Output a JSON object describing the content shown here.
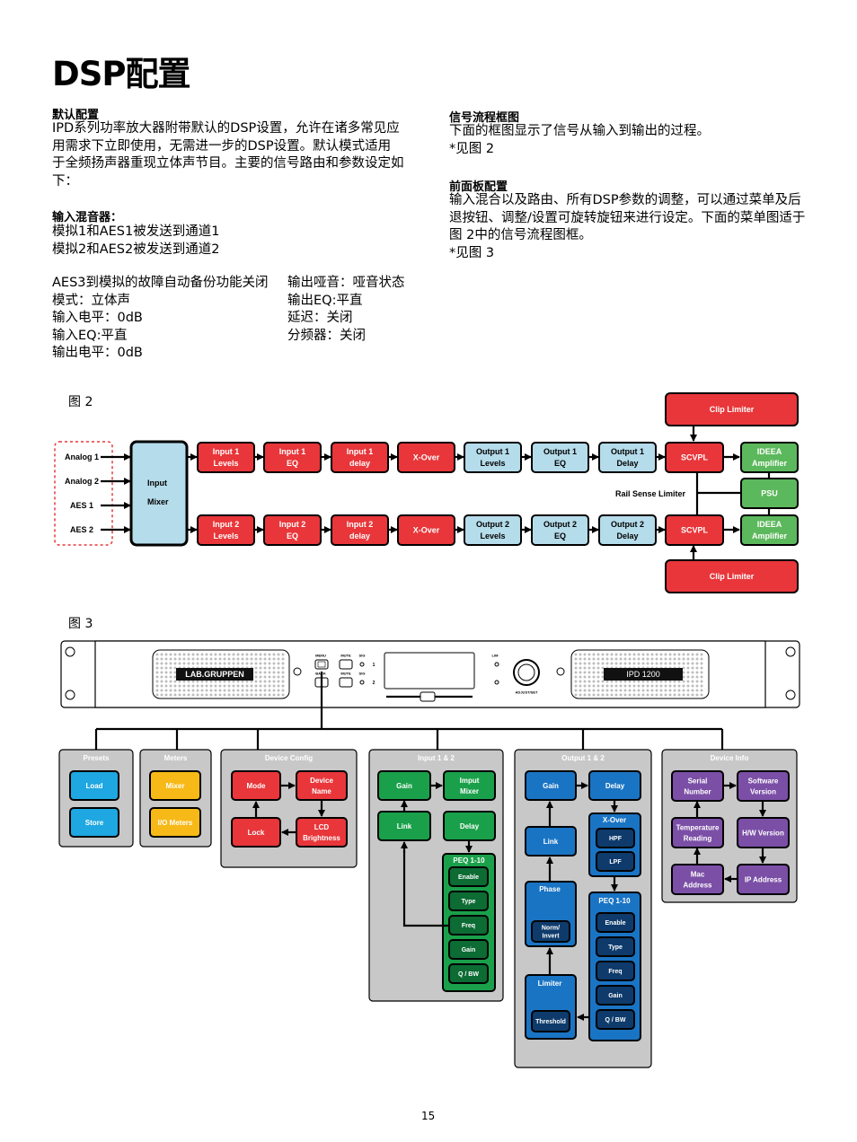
{
  "page_title": "DSP配置",
  "left": {
    "default_heading": "默认配置",
    "default_lines": [
      "IPD系列功率放大器附带默认的DSP设置，允许在诸多常见应",
      "用需求下立即使用，无需进一步的DSP设置。默认模式适用",
      "于全频扬声器重现立体声节目。主要的信号路由和参数设定如",
      "下："
    ],
    "mixer_heading": "输入混音器：",
    "mixer_lines": [
      "模拟1和AES1被发送到通道1",
      "模拟2和AES2被发送到通道2"
    ],
    "settings_col1": [
      "AES3到模拟的故障自动备份功能关闭",
      "模式：立体声",
      "输入电平：0dB",
      "输入EQ:平直",
      "输出电平：0dB"
    ],
    "settings_col2": [
      "输出哑音：哑音状态",
      "输出EQ:平直",
      "延迟：关闭",
      "分频器：关闭"
    ]
  },
  "right": {
    "flow_heading": "信号流程框图",
    "flow_lines": [
      "下面的框图显示了信号从输入到输出的过程。",
      "*见图 2"
    ],
    "panel_heading": "前面板配置",
    "panel_lines": [
      "输入混合以及路由、所有DSP参数的调整，可以通过菜单及后",
      "退按钮、调整/设置可旋转旋钮来进行设定。下面的菜单图适于",
      "图 2中的信号流程图框。",
      "*见图 3"
    ]
  },
  "fig2": {
    "label": "图 2",
    "inputs": [
      "Analog 1",
      "Analog 2",
      "AES 1",
      "AES 2"
    ],
    "mixer": [
      "Input",
      "Mixer"
    ],
    "chain1": [
      [
        "Input 1",
        "Levels"
      ],
      [
        "Input 1",
        "EQ"
      ],
      [
        "Input 1",
        "delay"
      ],
      [
        "X-Over"
      ],
      [
        "Output 1",
        "Levels"
      ],
      [
        "Output 1",
        "EQ"
      ],
      [
        "Output 1",
        "Delay"
      ],
      [
        "SCVPL"
      ]
    ],
    "chain2": [
      [
        "Input 2",
        "Levels"
      ],
      [
        "Input 2",
        "EQ"
      ],
      [
        "Input 2",
        "delay"
      ],
      [
        "X-Over"
      ],
      [
        "Output 2",
        "Levels"
      ],
      [
        "Output 2",
        "EQ"
      ],
      [
        "Output 2",
        "Delay"
      ],
      [
        "SCVPL"
      ]
    ],
    "clip_limiter": "Clip Limiter",
    "amplifier": [
      "IDEEA",
      "Amplifier"
    ],
    "psu": "PSU",
    "rail_sense": "Rail Sense Limiter",
    "colors": {
      "red": "#e8363a",
      "blue": "#b5dcea",
      "green": "#5cb85c",
      "dashed": "#e8363a"
    }
  },
  "fig3": {
    "label": "图 3",
    "device": {
      "brand": "LAB.GRUPPEN",
      "model": "IPD 1200",
      "menu": "MENU",
      "back": "BACK",
      "mute": "MUTE",
      "sig": "SIG",
      "lim": "LIM",
      "adjust": "ADJUST/SET",
      "ch1": "1",
      "ch2": "2"
    },
    "groups": {
      "presets": {
        "title": "Presets",
        "items": [
          "Load",
          "Store"
        ]
      },
      "meters": {
        "title": "Meters",
        "items": [
          "Mixer",
          "I/O Meters"
        ]
      },
      "device_config": {
        "title": "Device Config",
        "items": [
          [
            "Mode"
          ],
          [
            "Device",
            "Name"
          ],
          [
            "Lock"
          ],
          [
            "LCD",
            "Brightness"
          ]
        ]
      },
      "input": {
        "title": "Input 1 & 2",
        "items": [
          [
            "Gain"
          ],
          [
            "Imput",
            "Mixer"
          ],
          [
            "Link"
          ],
          [
            "Delay"
          ]
        ],
        "peq_title": "PEQ 1-10",
        "peq": [
          "Enable",
          "Type",
          "Freq",
          "Gain",
          "Q / BW"
        ]
      },
      "output": {
        "title": "Output 1 & 2",
        "gain": "Gain",
        "delay": "Delay",
        "link": "Link",
        "xover": "X-Over",
        "hpf": "HPF",
        "lpf": "LPF",
        "phase": "Phase",
        "norm": [
          "Norm/",
          "Invert"
        ],
        "limiter": "Limiter",
        "threshold": "Threshold",
        "peq_title": "PEQ 1-10",
        "peq": [
          "Enable",
          "Type",
          "Freq",
          "Gain",
          "Q / BW"
        ]
      },
      "device_info": {
        "title": "Device Info",
        "items": [
          [
            "Serial",
            "Number"
          ],
          [
            "Software",
            "Version"
          ],
          [
            "Temperature",
            "Reading"
          ],
          [
            "H/W Version"
          ],
          [
            "Mac",
            "Address"
          ],
          [
            "IP Address"
          ]
        ]
      }
    },
    "colors": {
      "presets": "#1ea7e1",
      "meters": "#f7b918",
      "config": "#e8363a",
      "input": "#1aa04a",
      "output": "#1a74c4",
      "info": "#7b4fa6",
      "panel": "#c8c8c8"
    }
  },
  "page_number": "15"
}
